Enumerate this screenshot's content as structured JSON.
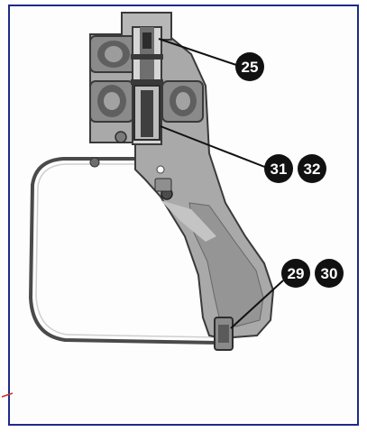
{
  "colors": {
    "frame_border": "#1e2a8a",
    "body_fill": "#a9a9a9",
    "body_dark": "#777777",
    "body_light": "#d6d6d6",
    "outline": "#3a3a3a",
    "callout_fill": "#111111",
    "callout_text": "#ffffff",
    "corner_mark": "#cc3322"
  },
  "callouts": [
    {
      "label": "25"
    },
    {
      "label": "31"
    },
    {
      "label": "32"
    },
    {
      "label": "29"
    },
    {
      "label": "30"
    }
  ]
}
